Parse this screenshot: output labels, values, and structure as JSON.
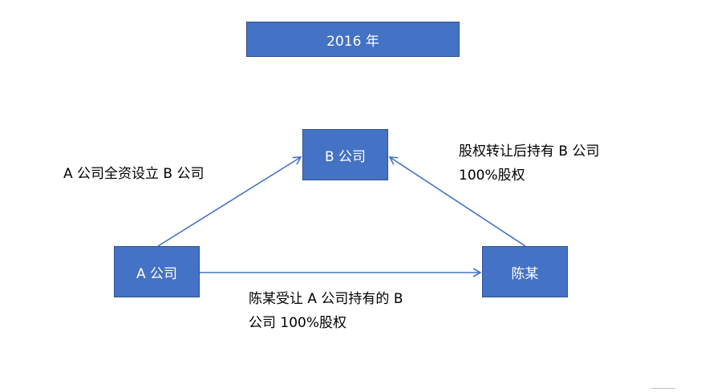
{
  "diagram": {
    "title_box": "2016 年",
    "nodes": {
      "b_company": "B 公司",
      "a_company": "A 公司",
      "chen": "陈某"
    },
    "edges": {
      "a_to_b": {
        "lines": [
          "A 公司全资设立 B 公司"
        ]
      },
      "chen_to_b": {
        "lines": [
          "股权转让后持有 B 公司",
          "100%股权"
        ]
      },
      "a_to_chen": {
        "lines": [
          "陈某受让 A 公司持有的 B",
          "公司 100%股权"
        ]
      }
    },
    "colors": {
      "box_fill": "#4472c4",
      "box_border": "#2f528f",
      "box_text": "#ffffff",
      "arrow": "#4472c4"
    }
  }
}
